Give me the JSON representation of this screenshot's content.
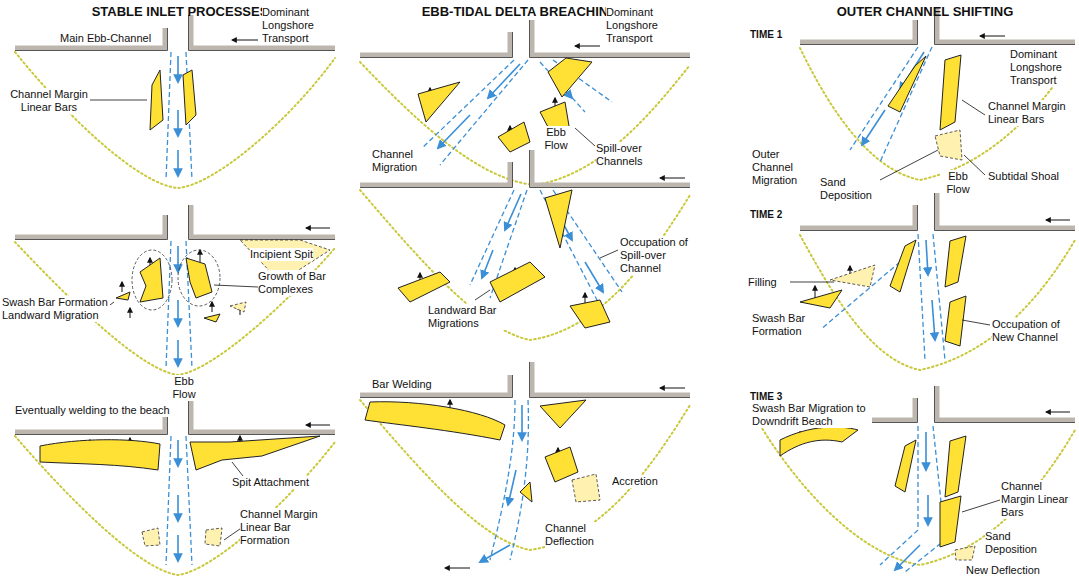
{
  "diagram": {
    "labels": [
      "STABLE INLET PROCESSES",
      "Main Ebb-Channel",
      "Dominant Longshore Transport",
      "Channel Margin Linear Bars",
      "Incipient Spit",
      "Growth of Bar Complexes",
      "Swash Bar Formation Landward Migration",
      "Ebb Flow",
      "Eventually welding to the beach",
      "Spit Attachment",
      "Channel Margin Linear Bar Formation",
      "EBB-TIDAL DELTA BREACHING",
      "Dominant Longshore Transport",
      "Channel Migration",
      "Spill-over Channels",
      "Ebb Flow",
      "Occupation of Spill-over Channel",
      "Landward Bar Migrations",
      "Bar Welding",
      "Accretion",
      "Channel Deflection",
      "OUTER CHANNEL SHIFTING",
      "TIME 1",
      "Dominant Longshore Transport",
      "Channel Margin Linear Bars",
      "Outer Channel Migration",
      "Sand Deposition",
      "Subtidal Shoal",
      "TIME 2",
      "Ebb Flow",
      "Filling",
      "Swash Bar Formation",
      "Occupation of New Channel",
      "TIME 3",
      "Swash Bar Migration to Downdrift Beach",
      "Channel Margin Linear Bars",
      "Sand Deposition",
      "New Deflection"
    ]
  }
}
